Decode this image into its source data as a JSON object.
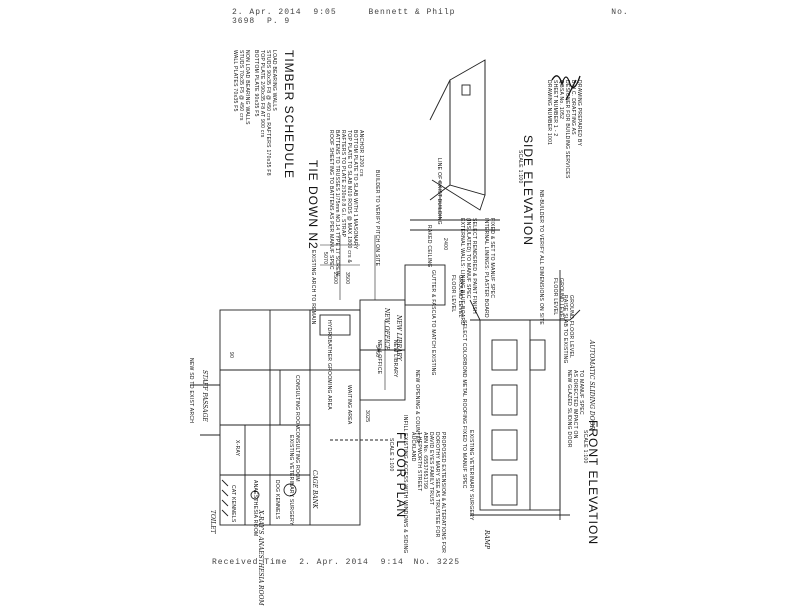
{
  "fax_header": {
    "date": "2. Apr. 2014",
    "time": "9:05",
    "sender": "Bennett & Philp",
    "number": "No. 3698",
    "page": "P. 9"
  },
  "fax_footer": {
    "label": "Received Time",
    "date": "2. Apr. 2014",
    "time": "9:14",
    "number": "No. 3225"
  },
  "timber_schedule": {
    "title": "TIMBER SCHEDULE",
    "lines": [
      "LOAD BEARING WALLS",
      "STUDS 90x35 F8 @ 450 crs      RAFTERS 170x35 F8",
      "TOP PLATE 2/90x35 F8                 AT 900 crs",
      "BOTTOM PLATE 90x35 F5",
      "NON LOAD BEARING WALLS",
      "STUDS 70x35 F5 @ 450 crs",
      "WALL PLATES 70x35 F5"
    ]
  },
  "tie_down": {
    "title": "TIE DOWN N2",
    "lines": [
      "ROOF SHEETING TO BATTENS AS PER MANUF SPEC",
      "BATTENS TO TRUSSES 1/75mm NO.14 TYPE 17 SCREW",
      "RAFTERS TO PLATE 2/30x0.8 G.I. STRAP",
      "TOP PLATE TO SLAB M10 RODS @ MAX 1800 crs &",
      "BOTTOM PLATE TO SLAB WITH 1 MASONARY",
      "ANCHOR 1200 crs"
    ]
  },
  "builder_note": "BUILDER TO VERIFY PITCH ON SITE",
  "side_elevation": {
    "title": "SIDE ELEVATION",
    "scale": "SCALE 1:100",
    "notes": [
      "LINE OF EXIST BUILDING",
      "RAKED CEILING",
      "EXTERNAL WALLS: LINING BLUE BOARD",
      "(INSULATED) TO MANUF SPEC",
      "SELECT RENDERED & PAINT FINISH",
      "INTERNAL LININGS: PLASTER BOARD",
      "FIXED & SET TO MANUF SPEC",
      "GUTTER & FASCIA TO MATCH EXISTING",
      "FLOOR LEVEL",
      "GROUND LEVEL",
      "SELECT COLORBOND METAL ROOFING FIXED TO MANUF SPEC"
    ],
    "dim": "2400"
  },
  "drawing_credit": {
    "lines": [
      "DRAWING PREPARED BY",
      "B.N.C. DRAFTING AS",
      "DESIGNER FOR BUILDING SERVICES",
      "QBSA No. 1052"
    ],
    "sheet": "SHEET NUMBER 1 - 2",
    "drawing": "DRAWING NUMBER 1001",
    "verify": "NB-BUILDER TO VERIFY ALL DIMENSIONS ON SITE"
  },
  "floor_plan": {
    "title": "FLOOR PLAN",
    "scale": "SCALE 1:100",
    "rooms": [
      "HYDROBATHER GROOMING AREA",
      "CONSULTING ROOM",
      "CONSULTING ROOM",
      "WAITING AREA",
      "DOG KENNELS",
      "CAT KENNELS",
      "ANAESTHESIA ROOM",
      "X-RAY",
      "NEW OFFICE",
      "NEW LIBRARY",
      "EXISTING VETERINARY SURGERY",
      "EXISTING ARCH TO REMAIN"
    ],
    "notes": [
      "NEW SD TO EXIST ARCH",
      "NEW OPENING & COUNTER",
      "INFILL EXISTING ACCESS WITH WINDOWS & SIDING"
    ],
    "dims": [
      "3500",
      "3460",
      "5070",
      "2500",
      "90",
      "3025"
    ],
    "project": [
      "PROPOSED EXTENSION & ALTERATIONS FOR",
      "DOROTHY MARY SEE AS TRUSTEE FOR",
      "DAVID EYES FAMILY TRUST",
      "ABN No. 65537651799",
      "1 HEPWORTH STREET",
      "AUCKLAND"
    ]
  },
  "front_elevation": {
    "title": "FRONT ELEVATION",
    "scale": "SCALE 1:100",
    "notes": [
      "EXISTING VETERINARY SURGERY",
      "NEW GLAZED SLIDING DOOR",
      "AS DIRECTED IMPACT ON",
      "TO MANUF SPEC",
      "RAISE SLAB TO EXISTING",
      "GROUND FLOOR LEVEL",
      "FLOOR LEVEL",
      "GROUND LEVEL"
    ]
  },
  "handwritten": {
    "toilet": "TOILET",
    "staff_passage": "STAFF PASSAGE",
    "cage_bank": "CAGE BANK",
    "xray_note": "X-RAY'S ANAESTHESIA ROOM",
    "new_office": "NEW OFFICE",
    "new_library": "NEW LIBRARY",
    "auto_door": "AUTOMATIC SLIDING DOOR",
    "ramp": "RAMP"
  }
}
